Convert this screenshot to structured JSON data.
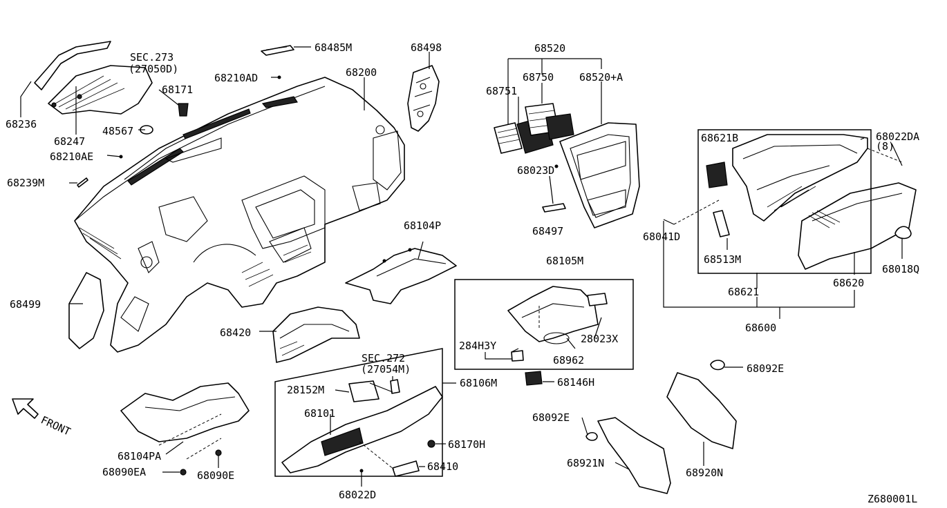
{
  "diagram_id": "Z680001L",
  "direction_label": "FRONT",
  "parts": {
    "p68236": "68236",
    "p68247": "68247",
    "sec273": "SEC.273",
    "sec273_ref": "(27050D)",
    "p68171": "68171",
    "p48567": "48567",
    "p68210AE": "68210AE",
    "p68239M": "68239M",
    "p68485M": "68485M",
    "p68210AD": "68210AD",
    "p68200": "68200",
    "p68498": "68498",
    "p68520": "68520",
    "p68751": "68751",
    "p68750": "68750",
    "p68520A": "68520+A",
    "p68023D": "68023D",
    "p68497": "68497",
    "p68621B": "68621B",
    "p68022DA": "68022DA",
    "p68022DA_qty": "(8)",
    "p68041D": "68041D",
    "p68513M": "68513M",
    "p68018Q": "68018Q",
    "p68621": "68621",
    "p68620": "68620",
    "p68600": "68600",
    "p68104P": "68104P",
    "p68105M": "68105M",
    "p284H3Y": "284H3Y",
    "p28023X": "28023X",
    "p68962": "68962",
    "p68146H": "68146H",
    "p68499": "68499",
    "p68420": "68420",
    "sec272": "SEC.272",
    "sec272_ref": "(27054M)",
    "p28152M": "28152M",
    "p68106M": "68106M",
    "p68101": "68101",
    "p68170H": "68170H",
    "p68410": "68410",
    "p68022D": "68022D",
    "p68104PA": "68104PA",
    "p68090EA": "68090EA",
    "p68090E": "68090E",
    "p68092E_right": "68092E",
    "p68092E_left": "68092E",
    "p68921N": "68921N",
    "p68920N": "68920N"
  }
}
